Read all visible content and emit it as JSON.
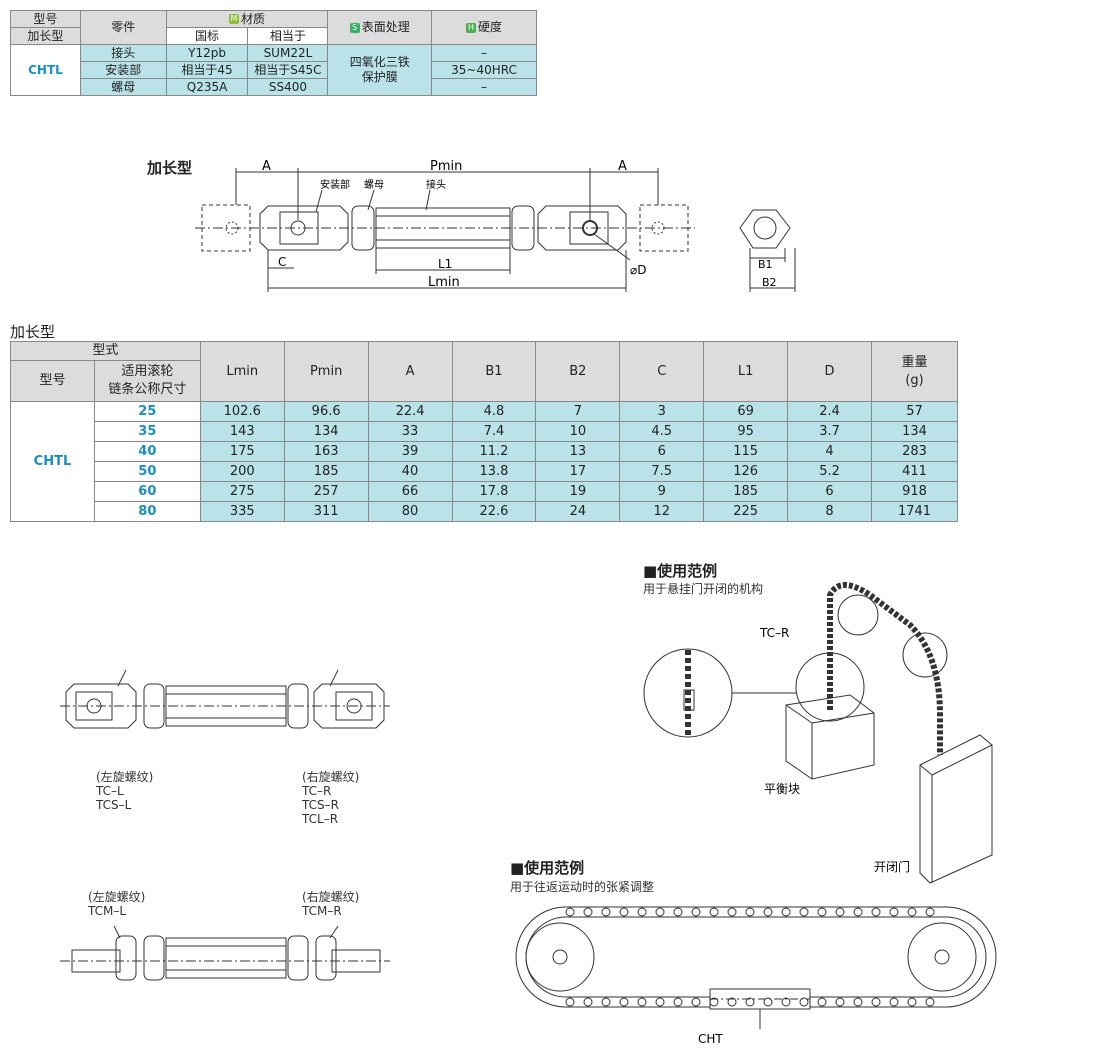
{
  "mat_table": {
    "h_model": "型号",
    "h_model_sub": "加长型",
    "h_part": "零件",
    "h_material": "材质",
    "h_gb": "国标",
    "h_equiv": "相当于",
    "h_surface": "表面处理",
    "h_hardness": "硬度",
    "badge_m": "M",
    "badge_s": "S",
    "badge_h": "H",
    "model": "CHTL",
    "rows": [
      {
        "part": "接头",
        "gb": "Y12pb",
        "equiv": "SUM22L",
        "hardness": "–"
      },
      {
        "part": "安装部",
        "gb": "相当于45",
        "equiv": "相当于S45C",
        "hardness": "35~40HRC"
      },
      {
        "part": "螺母",
        "gb": "Q235A",
        "equiv": "SS400",
        "hardness": "–"
      }
    ],
    "surface": "四氧化三铁保护膜",
    "surface_l1": "四氧化三铁",
    "surface_l2": "保护膜"
  },
  "drawing": {
    "title": "加长型",
    "A": "A",
    "Pmin": "Pmin",
    "A2": "A",
    "mount": "安装部",
    "nut": "螺母",
    "joint": "接头",
    "C": "C",
    "L1": "L1",
    "Lmin": "Lmin",
    "D": "⌀D",
    "B1": "B1",
    "B2": "B2"
  },
  "size_table": {
    "title": "加长型",
    "h_type": "型式",
    "h_model": "型号",
    "h_chain": "适用滚轮链条公称尺寸",
    "h_chain_l1": "适用滚轮",
    "h_chain_l2": "链条公称尺寸",
    "cols": [
      "Lmin",
      "Pmin",
      "A",
      "B1",
      "B2",
      "C",
      "L1",
      "D"
    ],
    "h_weight_l1": "重量",
    "h_weight_l2": "(g)",
    "model": "CHTL",
    "rows": [
      {
        "size": "25",
        "vals": [
          "102.6",
          "96.6",
          "22.4",
          "4.8",
          "7",
          "3",
          "69",
          "2.4",
          "57"
        ]
      },
      {
        "size": "35",
        "vals": [
          "143",
          "134",
          "33",
          "7.4",
          "10",
          "4.5",
          "95",
          "3.7",
          "134"
        ]
      },
      {
        "size": "40",
        "vals": [
          "175",
          "163",
          "39",
          "11.2",
          "13",
          "6",
          "115",
          "4",
          "283"
        ]
      },
      {
        "size": "50",
        "vals": [
          "200",
          "185",
          "40",
          "13.8",
          "17",
          "7.5",
          "126",
          "5.2",
          "411"
        ]
      },
      {
        "size": "60",
        "vals": [
          "275",
          "257",
          "66",
          "17.8",
          "19",
          "9",
          "185",
          "6",
          "918"
        ]
      },
      {
        "size": "80",
        "vals": [
          "335",
          "311",
          "80",
          "22.6",
          "24",
          "12",
          "225",
          "8",
          "1741"
        ]
      }
    ]
  },
  "variants": {
    "left1": [
      "(左旋螺纹)",
      "TC–L",
      "TCS–L"
    ],
    "right1": [
      "(右旋螺纹)",
      "TC–R",
      "TCS–R",
      "TCL–R"
    ],
    "left2": [
      "(左旋螺纹)",
      "TCM–L"
    ],
    "right2": [
      "(右旋螺纹)",
      "TCM–R"
    ]
  },
  "example1": {
    "title": "■使用范例",
    "subtitle": "用于悬挂门开闭的机构",
    "tc_r": "TC–R",
    "counterweight": "平衡块",
    "door": "开闭门"
  },
  "example2": {
    "title": "■使用范例",
    "subtitle": "用于往返运动时的张紧调整",
    "cht": "CHT"
  }
}
